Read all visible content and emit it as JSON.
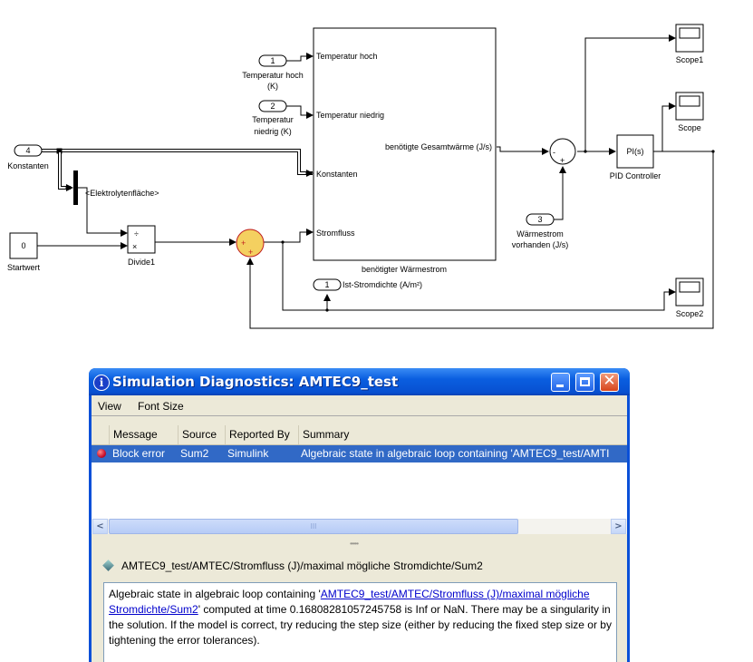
{
  "diagram": {
    "inports": [
      {
        "number": "1",
        "label_line1": "Temperatur hoch",
        "label_line2": "(K)"
      },
      {
        "number": "2",
        "label_line1": "Temperatur",
        "label_line2": "niedrig (K)"
      },
      {
        "number": "3",
        "label_line1": "Wärmestrom",
        "label_line2": "vorhanden (J/s)"
      },
      {
        "number": "4",
        "label_line1": "Konstanten"
      }
    ],
    "outport": {
      "number": "1",
      "label": "Ist-Stromdichte (A/m²)"
    },
    "subsystem": {
      "name": "benötigter Wärmestrom",
      "inputs": [
        "Temperatur hoch",
        "Temperatur niedrig",
        "Konstanten",
        "Stromfluss"
      ],
      "output": "benötigte Gesamtwärme (J/s)"
    },
    "bus_selector_signal": "<Elektrolytenfläche>",
    "constant": {
      "value": "0",
      "label": "Startwert"
    },
    "divide": {
      "label": "Divide1",
      "op1": "÷",
      "op2": "×"
    },
    "sum_signs": {
      "plus": "+",
      "minus": "-"
    },
    "pid": {
      "content": "PI(s)",
      "label": "PID Controller"
    },
    "scopes": [
      "Scope1",
      "Scope",
      "Scope2"
    ],
    "colors": {
      "highlight_fill": "#f4d060",
      "highlight_stroke": "#c02020"
    }
  },
  "dialog": {
    "title": "Simulation Diagnostics: AMTEC9_test",
    "menu": [
      "View",
      "Font Size"
    ],
    "columns": [
      "Message",
      "Source",
      "Reported By",
      "Summary"
    ],
    "rows": [
      {
        "message": "Block error",
        "source": "Sum2",
        "reported_by": "Simulink",
        "summary": "Algebraic state in algebraic loop containing 'AMTEC9_test/AMTI"
      }
    ],
    "scroll_left": "<",
    "scroll_right": ">",
    "scroll_grip": "III",
    "splitter": "•••••",
    "block_path": "AMTEC9_test/AMTEC/Stromfluss (J)/maximal mögliche Stromdichte/Sum2",
    "details": {
      "text_before": "Algebraic state in algebraic loop containing '",
      "link": "AMTEC9_test/AMTEC/Stromfluss (J)/maximal mögliche Stromdichte/Sum2",
      "text_after": "' computed at time 0.16808281057245758 is Inf or NaN. There may be a singularity in the solution. If the model is correct, try reducing the step size (either by reducing the fixed step size or by tightening the error tolerances)."
    }
  }
}
